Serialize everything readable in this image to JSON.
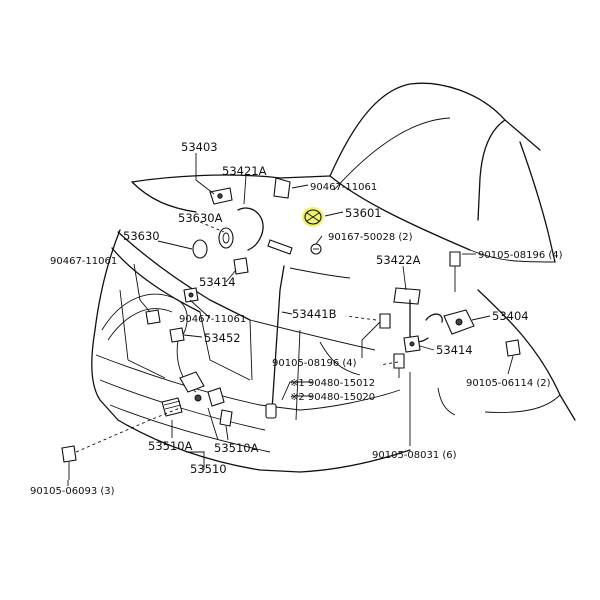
{
  "highlight_color": "#f0f060",
  "labels": {
    "p53403": "53403",
    "p53421a": "53421A",
    "p90467_11061_top": "90467-11061",
    "p53601": "53601",
    "p53630a": "53630A",
    "p53630": "53630",
    "p90167_50028": "90167-50028 (2)",
    "p90467_11061_left": "90467-11061",
    "p53414_left": "53414",
    "p53422a": "53422A",
    "p90105_08196_r": "90105-08196 (4)",
    "p90467_11061_mid": "90467-11061",
    "p53441b": "53441B",
    "p53404": "53404",
    "p53452": "53452",
    "p90105_08196_m": "90105-08196 (4)",
    "p53414_right": "53414",
    "p90480_15012": "※1 90480-15012",
    "p90105_06114": "90105-06114 (2)",
    "p90480_15020": "※2 90480-15020",
    "p53510a_left": "53510A",
    "p53510a_right": "53510A",
    "p53510": "53510",
    "p90105_08031": "90105-08031 (6)",
    "p90105_06093": "90105-06093 (3)"
  }
}
